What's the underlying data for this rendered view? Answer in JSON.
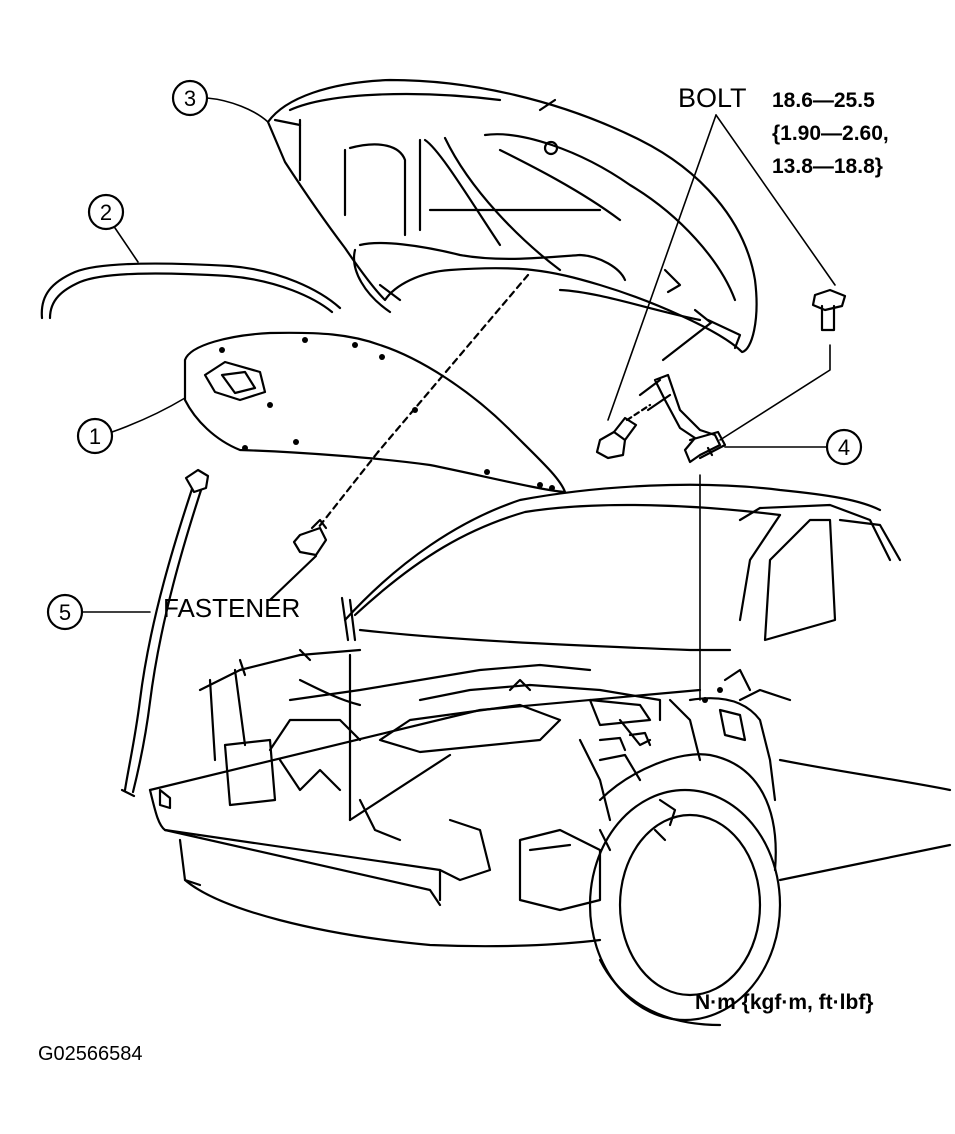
{
  "callouts": {
    "c1": "1",
    "c2": "2",
    "c3": "3",
    "c4": "4",
    "c5": "5"
  },
  "labels": {
    "bolt": "BOLT",
    "torque_line1": "18.6—25.5",
    "torque_line2": "{1.90—2.60,",
    "torque_line3": "13.8—18.8}",
    "fastener": "FASTENER",
    "units": "N·m {kgf·m, ft·lbf}",
    "figure_id": "G02566584"
  }
}
